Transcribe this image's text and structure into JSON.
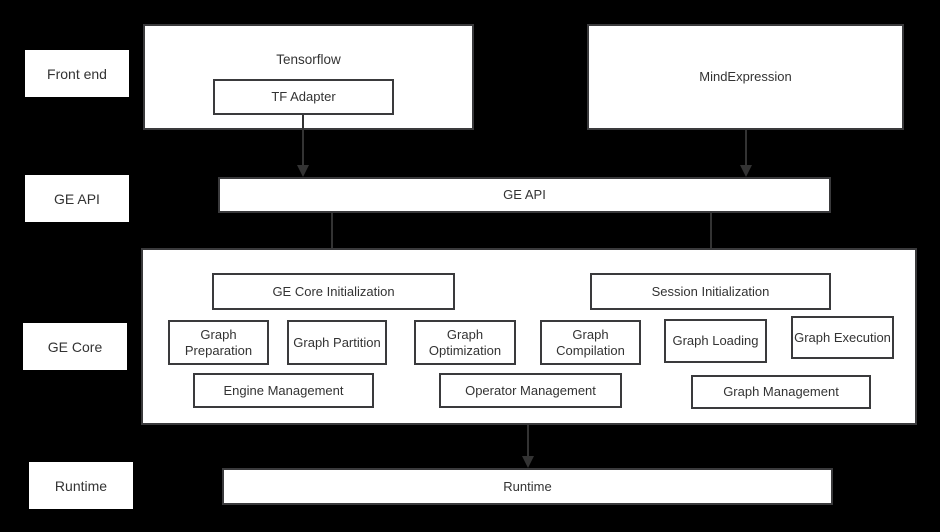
{
  "palette": {
    "background": "#000000",
    "box_fill": "#ffffff",
    "border": "#3a3a3c",
    "text": "#333333",
    "arrow": "#333333"
  },
  "row_labels": {
    "front_end": "Front end",
    "ge_api": "GE API",
    "ge_core": "GE Core",
    "runtime": "Runtime"
  },
  "front_end": {
    "tensorflow_title": "Tensorflow",
    "tf_adapter": "TF Adapter",
    "mind_expression": "MindExpression"
  },
  "ge_api_bar": {
    "label": "GE API"
  },
  "ge_core": {
    "ge_core_initialization": "GE Core Initialization",
    "session_initialization": "Session Initialization",
    "graph_preparation": "Graph Preparation",
    "graph_partition": "Graph Partition",
    "graph_optimization": "Graph Optimization",
    "graph_compilation": "Graph Compilation",
    "graph_loading": "Graph Loading",
    "graph_execution": "Graph Execution",
    "engine_management": "Engine Management",
    "operator_management": "Operator Management",
    "graph_management": "Graph Management"
  },
  "runtime_bar": {
    "label": "Runtime"
  }
}
